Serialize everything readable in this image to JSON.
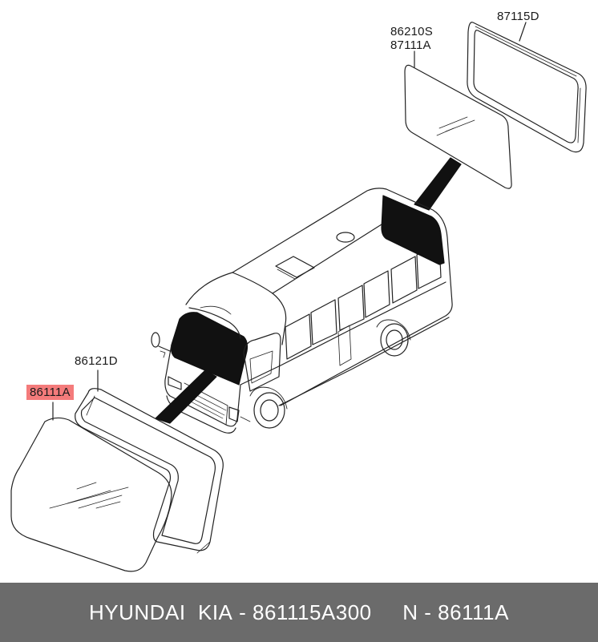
{
  "colors": {
    "highlight": "#f47b7b",
    "footer_bg": "#6b6b6b",
    "stroke": "#222222",
    "glass_fill": "#111111"
  },
  "labels": {
    "part_87115d": "87115D",
    "part_86210s": "86210S",
    "part_87111a": "87111A",
    "part_86121d": "86121D",
    "part_86111a": "86111A"
  },
  "footer": {
    "brand": "HYUNDAI  KIA",
    "separator_1": " - ",
    "part_number": "861115A300",
    "gap": "     ",
    "prefix_n": "N",
    "separator_2": " - ",
    "ref_code": "86111A"
  }
}
